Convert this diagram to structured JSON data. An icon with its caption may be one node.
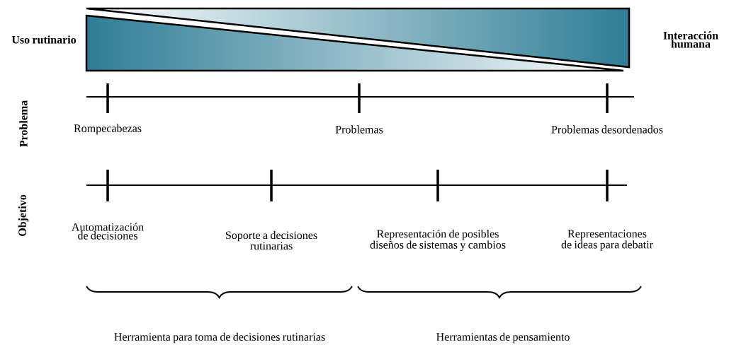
{
  "diagram": {
    "labels": [
      "Uso rutinario",
      "Interacción humana",
      "Problema",
      "Rompecabezas",
      "Problemas",
      "Problemas desordenados",
      "Objetivo",
      "Automatización de decisiones",
      "Soporte a decisiones rutinarias",
      "Representación de posibles diseños de sistemas y cambios",
      "Representaciones de ideas para debatir",
      "Herramienta para toma de decisiones rutinarias",
      "Herramientas de pensamiento"
    ]
  }
}
